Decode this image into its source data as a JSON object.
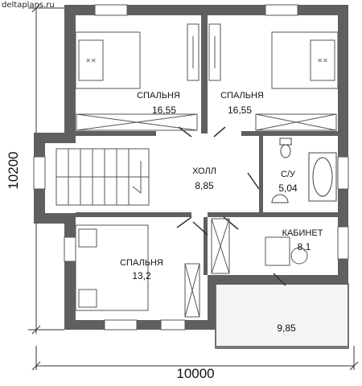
{
  "site_label": "deltaplans.ru",
  "dimensions": {
    "height_label": "10200",
    "width_label": "10000"
  },
  "rooms": [
    {
      "id": "bedroom-1",
      "name": "СПАЛЬНЯ",
      "area": "16,55"
    },
    {
      "id": "bedroom-2",
      "name": "СПАЛЬНЯ",
      "area": "16,55"
    },
    {
      "id": "hall",
      "name": "ХОЛЛ",
      "area": "8,85"
    },
    {
      "id": "bathroom",
      "name": "С/У",
      "area": "5,04"
    },
    {
      "id": "office",
      "name": "КАБИНЕТ",
      "area": "8,1"
    },
    {
      "id": "bedroom-3",
      "name": "СПАЛЬНЯ",
      "area": "13,2"
    },
    {
      "id": "balcony",
      "name": "",
      "area": "9,85"
    }
  ],
  "colors": {
    "wall": "#5f5f5f",
    "room_fill": "#ffffff",
    "furniture": "#555555",
    "balcony_fill": "#f4f4f4"
  }
}
